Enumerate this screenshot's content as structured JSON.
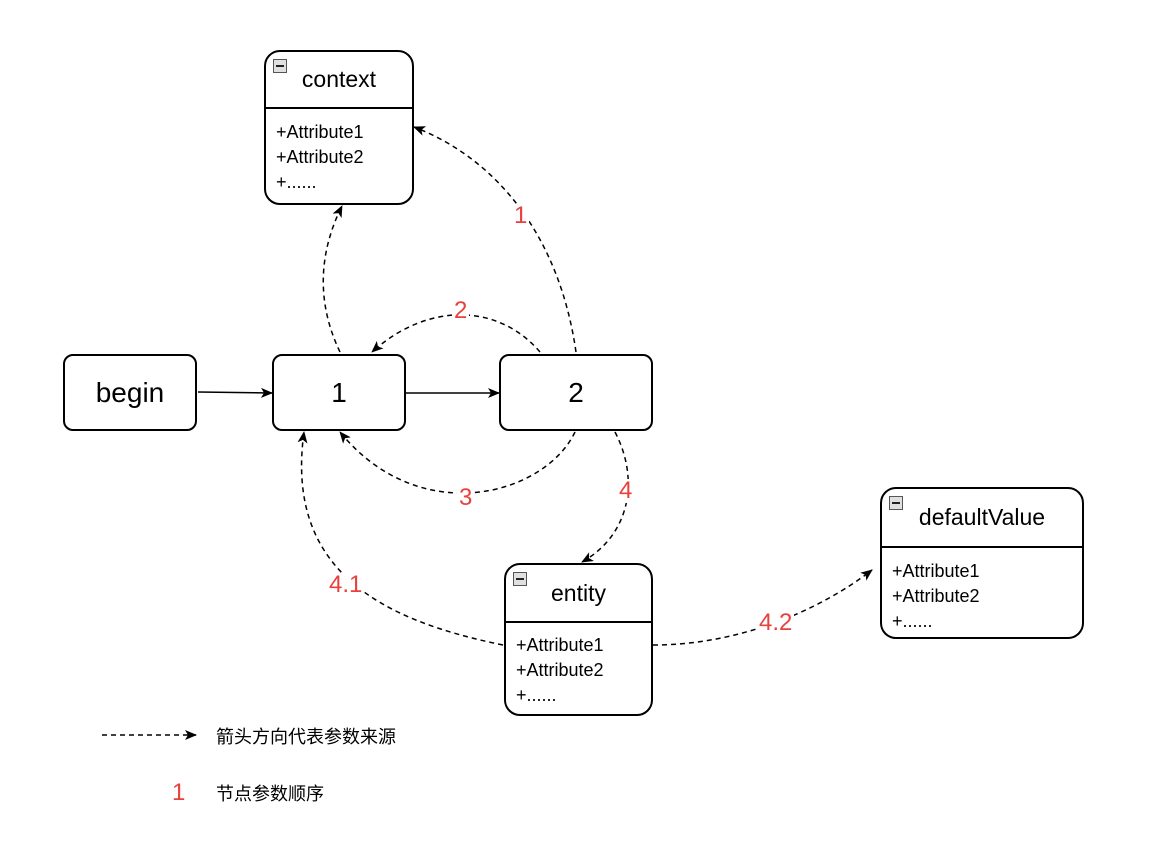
{
  "nodes": {
    "begin": "begin",
    "step1": "1",
    "step2": "2"
  },
  "classes": {
    "context": {
      "title": "context",
      "attributes": [
        "+Attribute1",
        "+Attribute2",
        "+......"
      ]
    },
    "entity": {
      "title": "entity",
      "attributes": [
        "+Attribute1",
        "+Attribute2",
        "+......"
      ]
    },
    "default_value": {
      "title": "defaultValue",
      "attributes": [
        "+Attribute1",
        "+Attribute2",
        "+......"
      ]
    }
  },
  "edge_labels": {
    "l1": "1",
    "l2": "2",
    "l3": "3",
    "l4": "4",
    "l41": "4.1",
    "l42": "4.2"
  },
  "legend": {
    "arrow_text": "箭头方向代表参数来源",
    "order_num": "1",
    "order_text": "节点参数顺序"
  },
  "colors": {
    "label_red": "#e8413d",
    "line": "#000000"
  }
}
